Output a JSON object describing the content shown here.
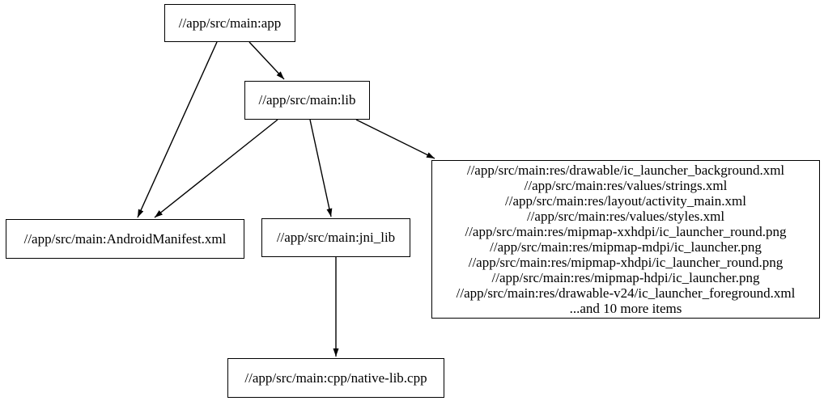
{
  "diagram": {
    "type": "dependency-graph",
    "background_color": "#ffffff",
    "node_fill_color": "#ffffff",
    "node_border_color": "#000000",
    "edge_color": "#000000",
    "nodes": {
      "app": {
        "label": "//app/src/main:app"
      },
      "lib": {
        "label": "//app/src/main:lib"
      },
      "manifest": {
        "label": "//app/src/main:AndroidManifest.xml"
      },
      "jni_lib": {
        "label": "//app/src/main:jni_lib"
      },
      "native_lib": {
        "label": "//app/src/main:cpp/native-lib.cpp"
      },
      "resources": {
        "lines": [
          "//app/src/main:res/drawable/ic_launcher_background.xml",
          "//app/src/main:res/values/strings.xml",
          "//app/src/main:res/layout/activity_main.xml",
          "//app/src/main:res/values/styles.xml",
          "//app/src/main:res/mipmap-xxhdpi/ic_launcher_round.png",
          "//app/src/main:res/mipmap-mdpi/ic_launcher.png",
          "//app/src/main:res/mipmap-xhdpi/ic_launcher_round.png",
          "//app/src/main:res/mipmap-hdpi/ic_launcher.png",
          "//app/src/main:res/drawable-v24/ic_launcher_foreground.xml",
          "...and 10 more items"
        ]
      }
    },
    "edges": [
      {
        "from": "app",
        "to": "manifest"
      },
      {
        "from": "app",
        "to": "lib"
      },
      {
        "from": "lib",
        "to": "manifest"
      },
      {
        "from": "lib",
        "to": "jni_lib"
      },
      {
        "from": "lib",
        "to": "resources"
      },
      {
        "from": "jni_lib",
        "to": "native_lib"
      }
    ]
  }
}
